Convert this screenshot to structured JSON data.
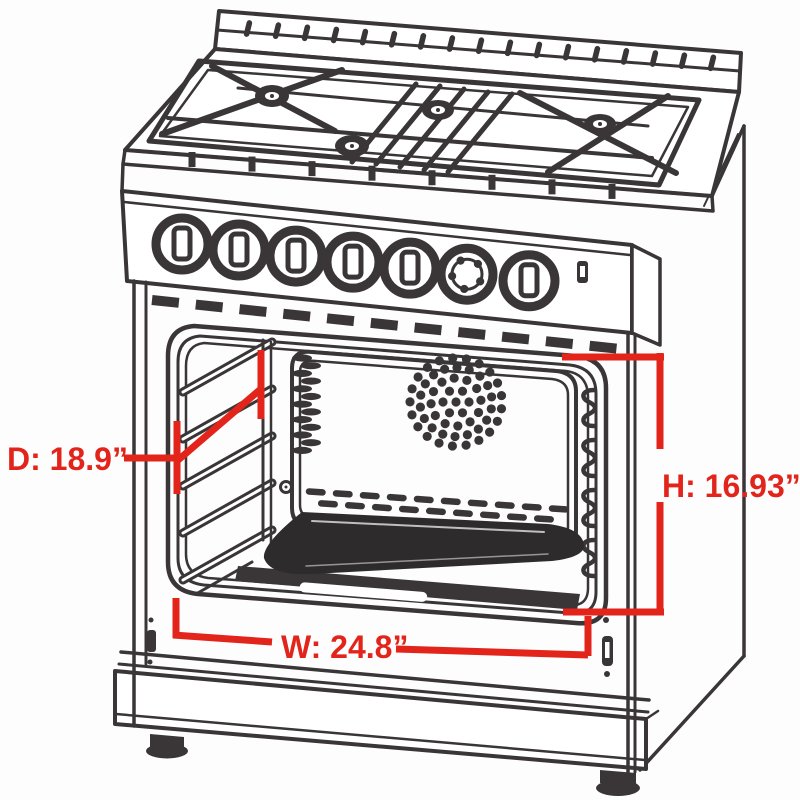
{
  "diagram": {
    "subject": "freestanding gas range with open oven cavity",
    "dimension_labels": {
      "depth": "D: 18.9”",
      "height": "H: 16.93”",
      "width": "W: 24.8”"
    },
    "dimension_values": {
      "depth_in": 18.9,
      "height_in": 16.93,
      "width_in": 24.8
    },
    "colors": {
      "annotation_red": "#e2241b",
      "line_art": "#3a3637",
      "background": "#fdfdfd"
    }
  }
}
